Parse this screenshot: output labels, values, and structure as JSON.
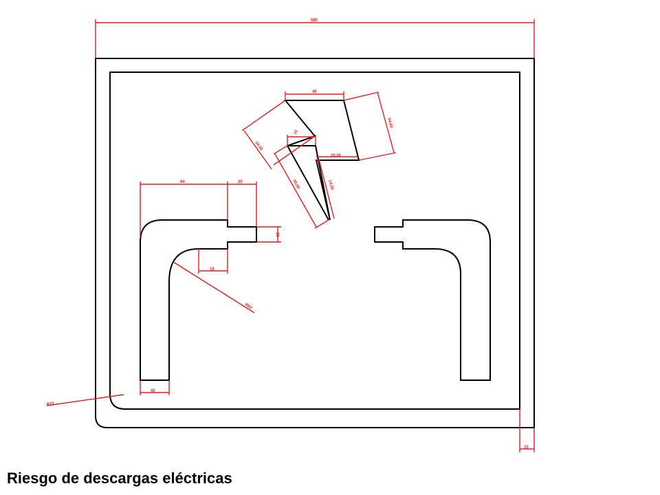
{
  "caption": "Riesgo de descargas eléctricas",
  "dimensions": {
    "overall_width": "580",
    "top_block_width": "40",
    "top_right_side": "54,60",
    "top_left_side": "34,00",
    "inner_notch": "15",
    "inner_step": "20,00",
    "blade_left": "30,00",
    "blade_right": "14,00",
    "left_arm_width": "64",
    "left_top_block": "20",
    "left_side_height": "20",
    "left_bottom_block": "15",
    "radius": "R60",
    "left_leg_width": "40",
    "frame_radius": "R10",
    "frame_thickness": "15"
  },
  "colors": {
    "outline": "#000000",
    "dimension": "#e01e1e"
  }
}
